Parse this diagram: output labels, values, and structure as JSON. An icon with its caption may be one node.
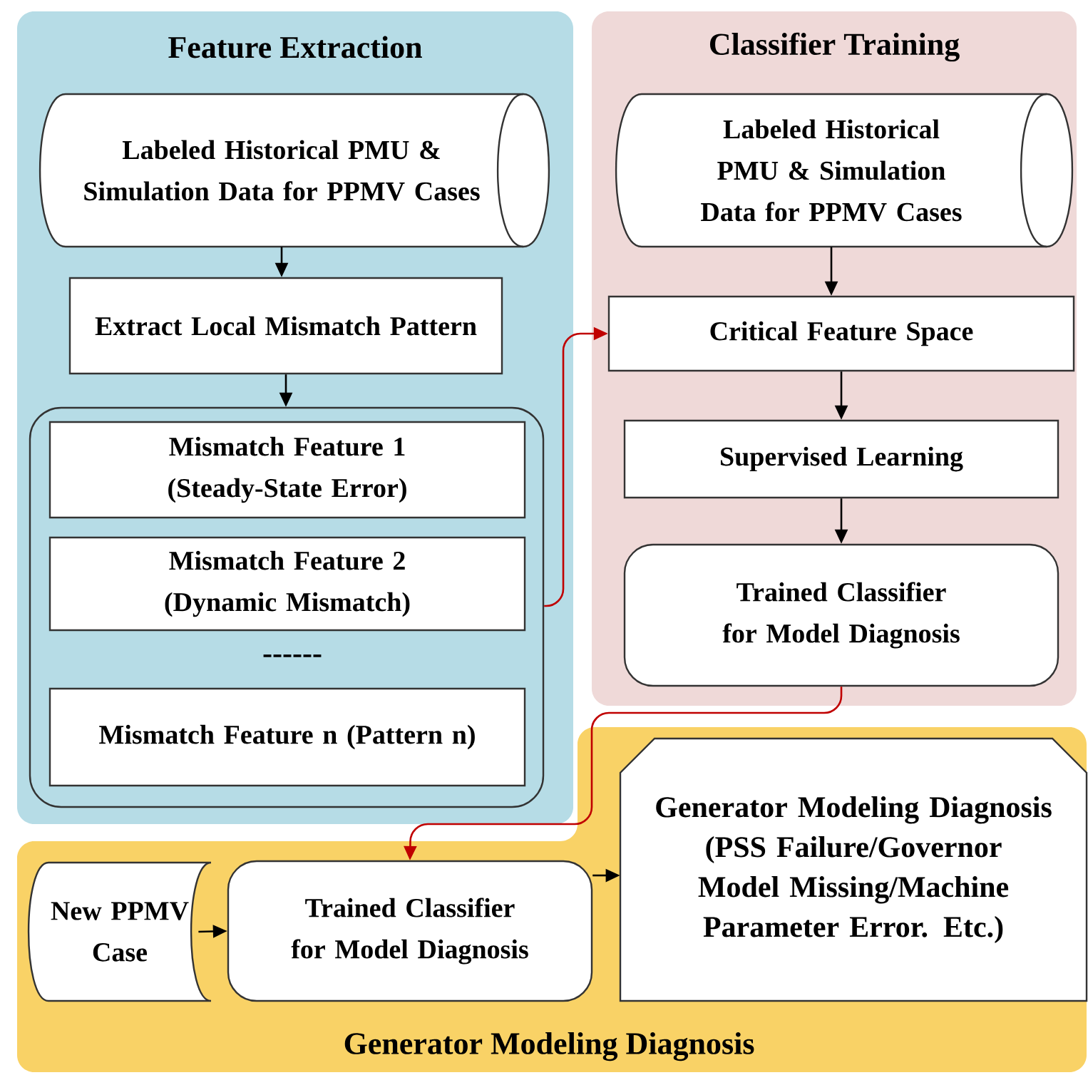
{
  "diagram": {
    "nodes": [
      {
        "text": [
          "Feature Extraction"
        ]
      },
      {
        "text": [
          "Labeled Historical PMU & Simulation Data for PPMV Cases"
        ],
        "in": 0
      },
      {
        "text": [
          "Extract Local Mismatch Pattern"
        ],
        "in": 0
      },
      {
        "text": [],
        "shape": "box",
        "in": 0
      },
      {
        "text": [
          "Mismatch Feature 1 (Steady-State Error)"
        ],
        "in": 3
      },
      {
        "text": [
          "Mismatch Feature 2 (Dynamic Mismatch)"
        ],
        "in": 3
      },
      {
        "text": [
          "Mismatch Feature n (Pattern n)"
        ],
        "in": 3
      },
      {
        "text": [
          "Classifier Training"
        ]
      },
      {
        "text": [
          "Labeled Historical PMU & Simulation Data for PPMV Cases"
        ],
        "in": 7
      },
      {
        "text": [
          "Critical Feature Space"
        ],
        "in": 7
      },
      {
        "text": [
          "Supervised Learning"
        ],
        "in": 7
      },
      {
        "text": [
          "Trained Classifier for Model Diagnosis"
        ],
        "in": 7
      },
      {
        "text": [
          "Generator Modeling Diagnosis"
        ]
      },
      {
        "text": [
          "New PPMV Case"
        ],
        "in": 12
      },
      {
        "text": [
          "Trained Classifier for Model Diagnosis"
        ],
        "in": 12
      },
      {
        "text": [
          "Generator Modeling Diagnosis",
          "(PSS Failure/Governor Model Missing/Machine Parameter Error. Etc.)"
        ],
        "in": 12
      }
    ],
    "edges": [
      {
        "from": 1,
        "to": 2,
        "arrow": "to"
      },
      {
        "from": 2,
        "to": 3,
        "arrow": "to"
      },
      {
        "from": 3,
        "to": 9,
        "arrow": "to",
        "color": "#c00000"
      },
      {
        "from": 8,
        "to": 9,
        "arrow": "to"
      },
      {
        "from": 9,
        "to": 10,
        "arrow": "to"
      },
      {
        "from": 10,
        "to": 11,
        "arrow": "to"
      },
      {
        "from": 11,
        "to": 14,
        "arrow": "to",
        "color": "#c00000"
      },
      {
        "from": 13,
        "to": 14,
        "arrow": "to"
      },
      {
        "from": 14,
        "to": 15,
        "arrow": "to"
      }
    ],
    "labels": [
      "------"
    ]
  }
}
